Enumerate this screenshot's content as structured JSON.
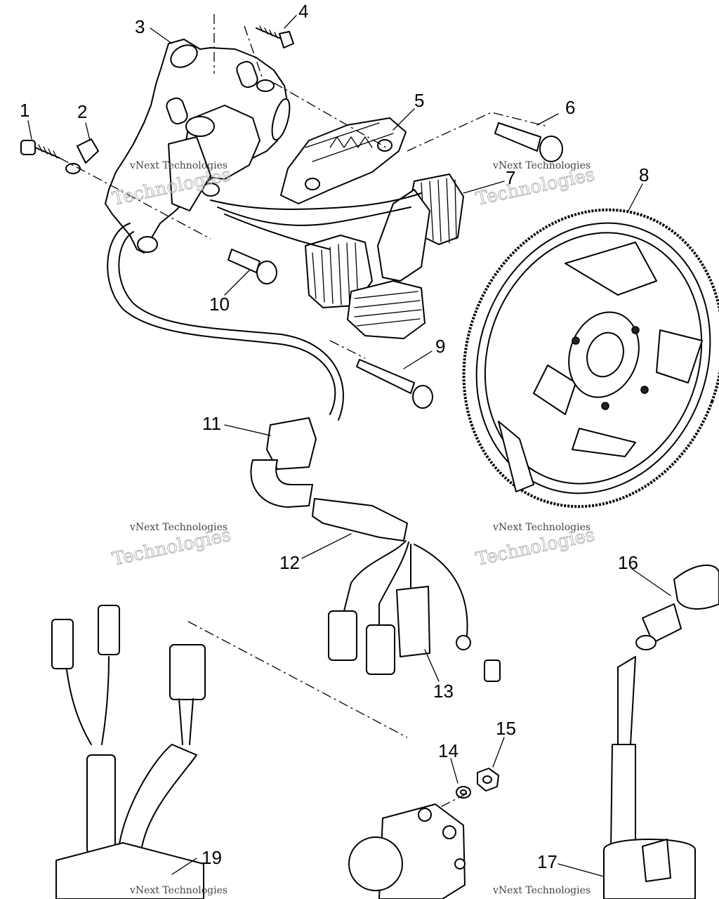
{
  "diagram": {
    "callouts": [
      "1",
      "2",
      "3",
      "4",
      "5",
      "6",
      "7",
      "8",
      "9",
      "10",
      "11",
      "12",
      "13",
      "14",
      "15",
      "16",
      "17",
      "19"
    ],
    "watermark": {
      "line1": "vNext Technologies",
      "line2": "Technologies"
    }
  }
}
